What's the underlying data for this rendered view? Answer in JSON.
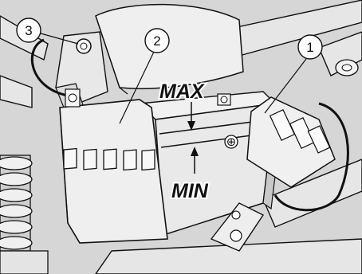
{
  "callouts": {
    "one": "1",
    "two": "2",
    "three": "3"
  },
  "battery": {
    "max_label": "MAX",
    "min_label": "MIN",
    "terminal_symbol": "⊕"
  },
  "colors": {
    "background": "#d4d4d4",
    "part_light": "#ececec",
    "part_mid": "#c8c8c8",
    "outline": "#111111"
  }
}
